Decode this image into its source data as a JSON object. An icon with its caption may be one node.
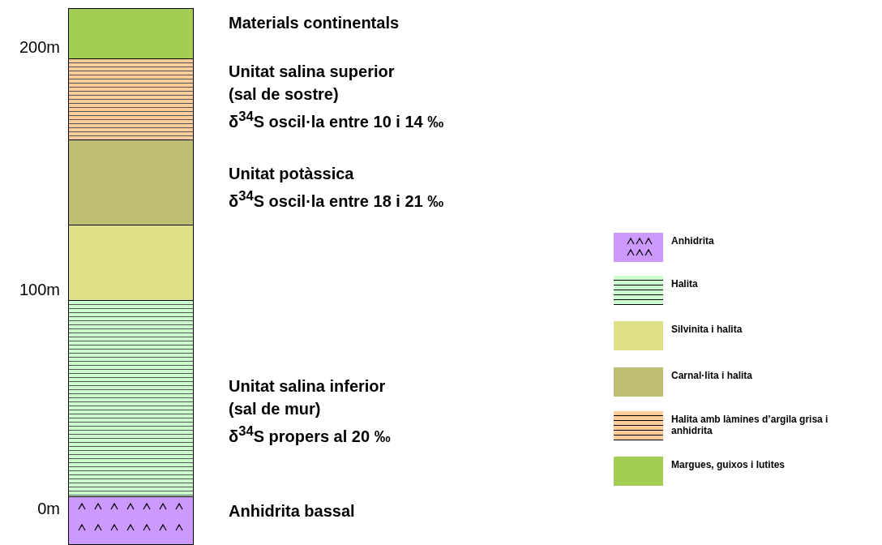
{
  "diagram": {
    "nodes": [
      {
        "text": [],
        "shape": "box",
        "beside": [
          "Materials continentals"
        ]
      },
      {
        "text": [],
        "shape": "box",
        "beside": [
          "Unitat salina superior",
          "(sal de sostre)",
          "δ$^{34}$S oscil·la entre 10 i 14 ‰"
        ]
      },
      {
        "text": [],
        "shape": "box",
        "beside": [
          "Unitat potàssica",
          "δ$^{34}$S oscil·la entre 18 i 21 ‰"
        ]
      },
      {
        "text": [],
        "shape": "box"
      },
      {
        "text": [],
        "shape": "box",
        "beside": [
          "Unitat salina inferior",
          "(sal de mur)",
          "δ$^{34}$S propers al 20 ‰"
        ]
      },
      {
        "text": [],
        "shape": "box",
        "beside": [
          "Anhidrita bassal"
        ]
      }
    ],
    "labels": [
      "200m",
      "100m",
      "0m"
    ],
    "legend": [
      {
        "text": "Anhidrita",
        "color": "#cc99ff"
      },
      {
        "text": "Halita",
        "color": "#ccffcc"
      },
      {
        "text": "Silvinita i halita",
        "color": "#e0e088"
      },
      {
        "text": "Carnal·lita i halita",
        "color": "#bfbf73"
      },
      {
        "text": "Halita amb làmines d’argila grisa i anhidrita",
        "color": "#ffcc99"
      },
      {
        "text": "Margues, guixos i lutites",
        "color": "#a3cc52"
      }
    ]
  }
}
